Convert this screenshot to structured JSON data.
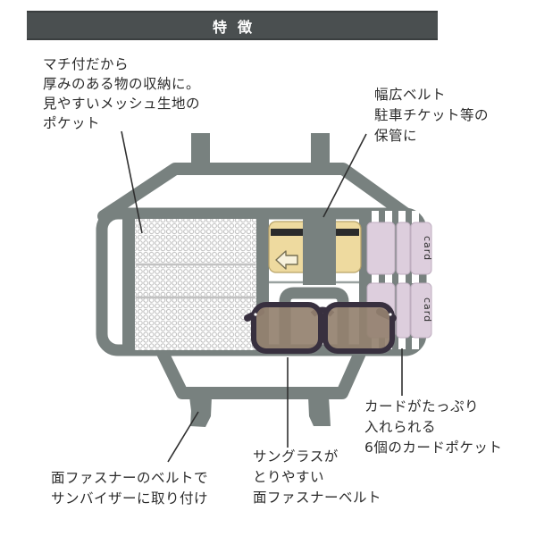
{
  "header": {
    "title": "特徴"
  },
  "annotations": {
    "mesh_pocket": "マチ付だから\n厚みのある物の収納に。\n見やすいメッシュ生地の\nポケット",
    "wide_belt": "幅広ベルト\n駐車チケット等の\n保管に",
    "visor_attach": "面ファスナーのベルトで\nサンバイザーに取り付け",
    "sunglasses_belt": "サングラスが\nとりやすい\n面ファスナーベルト",
    "card_pockets": "カードがたっぷり\n入れられる\n6個のカードポケット"
  },
  "diagram": {
    "card_label": "card",
    "colors": {
      "organizer_gray": "#78817f",
      "header_bar": "#4a4f50",
      "ticket_yellow": "#eeda9f",
      "ticket_stripe": "#2b2b2b",
      "card_pink": "#ddcedd",
      "lens_brown": "#94816f",
      "glasses_frame": "#38303f",
      "mesh_dot": "#b4b4b4",
      "callout_line": "#2f2f2f",
      "text_color": "#2b2b2b"
    }
  }
}
